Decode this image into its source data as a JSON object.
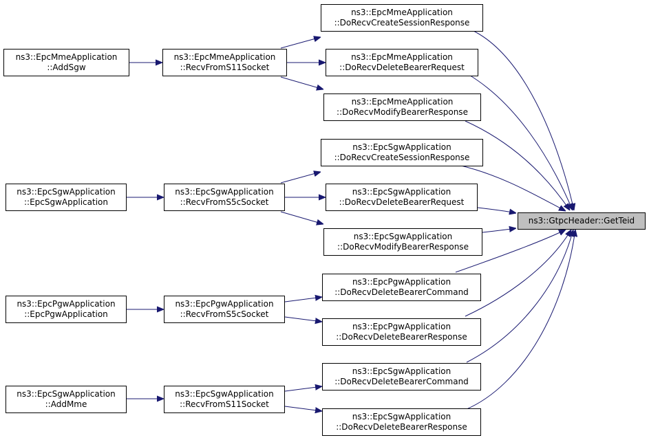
{
  "target": {
    "line1": "ns3::GtpcHeader::GetTeid"
  },
  "nodes": {
    "mme_addsgw": {
      "line1": "ns3::EpcMmeApplication",
      "line2": "::AddSgw"
    },
    "mme_recv": {
      "line1": "ns3::EpcMmeApplication",
      "line2": "::RecvFromS11Socket"
    },
    "mme_create": {
      "line1": "ns3::EpcMmeApplication",
      "line2": "::DoRecvCreateSessionResponse"
    },
    "mme_delreq": {
      "line1": "ns3::EpcMmeApplication",
      "line2": "::DoRecvDeleteBearerRequest"
    },
    "mme_modify": {
      "line1": "ns3::EpcMmeApplication",
      "line2": "::DoRecvModifyBearerResponse"
    },
    "sgw_ctor": {
      "line1": "ns3::EpcSgwApplication",
      "line2": "::EpcSgwApplication"
    },
    "sgw_recv5": {
      "line1": "ns3::EpcSgwApplication",
      "line2": "::RecvFromS5cSocket"
    },
    "sgw_create": {
      "line1": "ns3::EpcSgwApplication",
      "line2": "::DoRecvCreateSessionResponse"
    },
    "sgw_delreq": {
      "line1": "ns3::EpcSgwApplication",
      "line2": "::DoRecvDeleteBearerRequest"
    },
    "sgw_modify": {
      "line1": "ns3::EpcSgwApplication",
      "line2": "::DoRecvModifyBearerResponse"
    },
    "pgw_ctor": {
      "line1": "ns3::EpcPgwApplication",
      "line2": "::EpcPgwApplication"
    },
    "pgw_recv5": {
      "line1": "ns3::EpcPgwApplication",
      "line2": "::RecvFromS5cSocket"
    },
    "pgw_delcmd": {
      "line1": "ns3::EpcPgwApplication",
      "line2": "::DoRecvDeleteBearerCommand"
    },
    "pgw_delresp": {
      "line1": "ns3::EpcPgwApplication",
      "line2": "::DoRecvDeleteBearerResponse"
    },
    "sgw_addmme": {
      "line1": "ns3::EpcSgwApplication",
      "line2": "::AddMme"
    },
    "sgw_recv11": {
      "line1": "ns3::EpcSgwApplication",
      "line2": "::RecvFromS11Socket"
    },
    "sgw_delcmd": {
      "line1": "ns3::EpcSgwApplication",
      "line2": "::DoRecvDeleteBearerCommand"
    },
    "sgw_delresp": {
      "line1": "ns3::EpcSgwApplication",
      "line2": "::DoRecvDeleteBearerResponse"
    }
  },
  "colors": {
    "edge": "#191970",
    "target_fill": "#bfbfbf"
  }
}
